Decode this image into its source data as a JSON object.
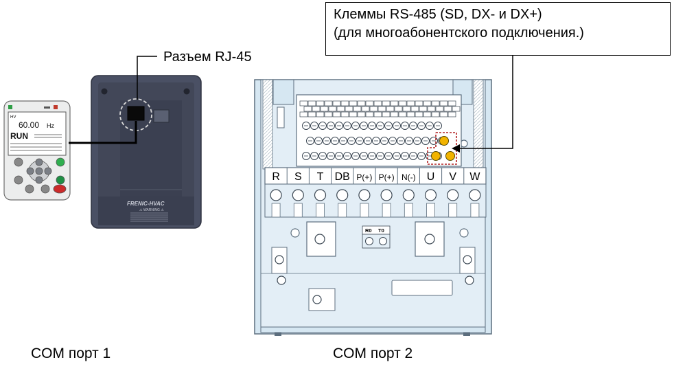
{
  "labels": {
    "connector": "Разъем RJ-45",
    "com_port_1": "COM порт 1",
    "com_port_2": "COM порт 2"
  },
  "callout": {
    "line1": "Клеммы RS-485 (SD, DX- и DX+)",
    "line2": "(для многоабонентского подключения.)"
  },
  "keypad": {
    "freq": "60.00",
    "freq_unit": "Hz",
    "run": "RUN",
    "mode": "HV"
  },
  "drive": {
    "brand": "FRENIC-HVAC",
    "warning": "⚠ WARNING ⚠"
  },
  "terminal_block": {
    "main_terminals": [
      "R",
      "S",
      "T",
      "DB",
      "P(+)",
      "P(+)",
      "N(-)",
      "U",
      "V",
      "W"
    ],
    "aux_terminals": [
      "R0",
      "T0"
    ]
  },
  "colors": {
    "drive_body": "#4a5064",
    "drive_dark": "#363b4d",
    "panel_blue": "#d6e7f2",
    "panel_line": "#5c6e7e",
    "rs485_highlight": "#f2b400",
    "highlight_box": "#b22222"
  }
}
